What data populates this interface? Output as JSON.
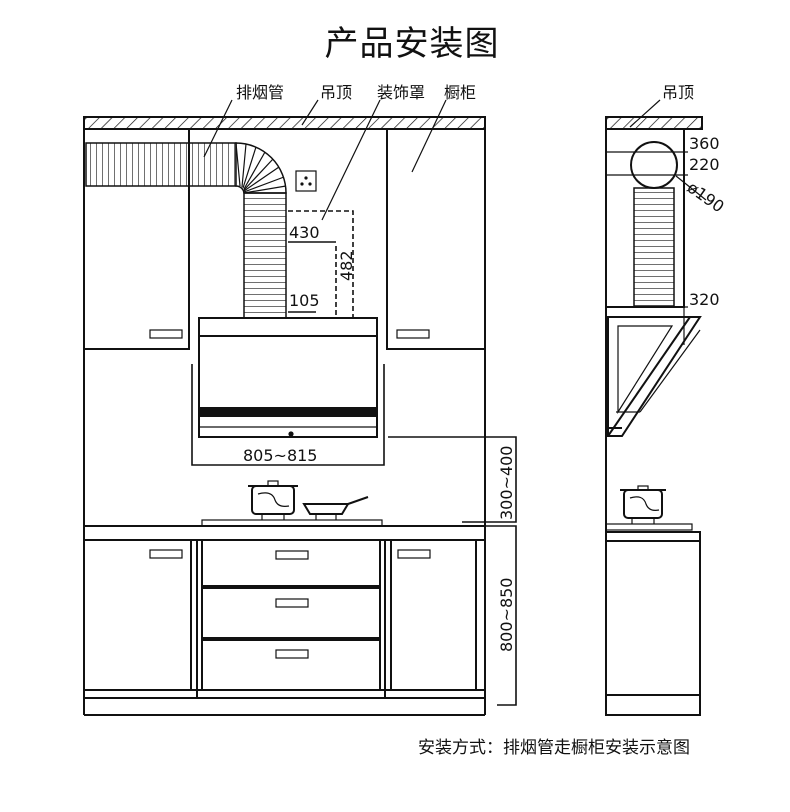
{
  "title": "产品安装图",
  "caption": "安装方式：排烟管走橱柜安装示意图",
  "labels": {
    "exhaust_pipe": "排烟管",
    "ceiling_front": "吊顶",
    "decor_cover": "装饰罩",
    "cabinet": "橱柜",
    "ceiling_side": "吊顶"
  },
  "dimensions": {
    "cover_width": "430",
    "cover_height": "482",
    "cover_bottom": "105",
    "hood_width": "805~815",
    "hood_height_above_stove": "300~400",
    "counter_height": "800~850",
    "side_top": "360",
    "side_pipe": "220",
    "pipe_diameter": "ø190",
    "side_bottom": "320"
  }
}
